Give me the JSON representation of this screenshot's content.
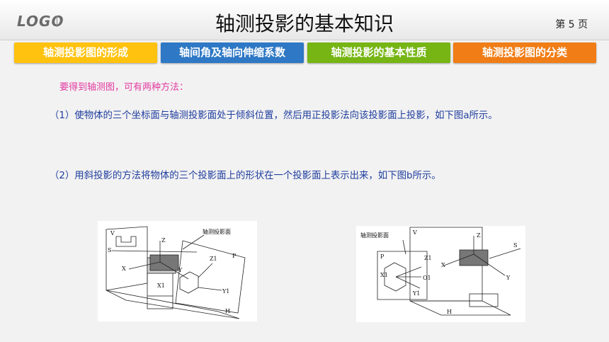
{
  "header": {
    "logo": "LOGO",
    "title": "轴测投影的基本知识",
    "page_number": "第 5 页"
  },
  "tabs": [
    {
      "label": "轴测投影图的形成",
      "color": "#ffc20e"
    },
    {
      "label": "轴间角及轴向伸缩系数",
      "color": "#2e78c5"
    },
    {
      "label": "轴测投影的基本性质",
      "color": "#76b514"
    },
    {
      "label": "轴测投影图的分类",
      "color": "#f07d16"
    }
  ],
  "content": {
    "intro": "要得到轴测图，可有两种方法：",
    "method1": "（1）使物体的三个坐标面与轴测投影面处于倾斜位置，然后用正投影法向该投影面上投影，如下图a所示。",
    "method2": "（2）用斜投影的方法将物体的三个投影面上的形状在一个投影面上表示出来，如下图b所示。"
  },
  "figure_a": {
    "plane_label": "轴测投影面",
    "labels": [
      "V",
      "S",
      "Z",
      "X",
      "Y",
      "Z1",
      "P",
      "X1",
      "Y1",
      "H"
    ]
  },
  "figure_b": {
    "plane_label": "轴测投影面",
    "labels": [
      "V",
      "Z",
      "S",
      "P",
      "Z1",
      "X",
      "X1",
      "O1",
      "Y1",
      "Y",
      "H"
    ]
  }
}
